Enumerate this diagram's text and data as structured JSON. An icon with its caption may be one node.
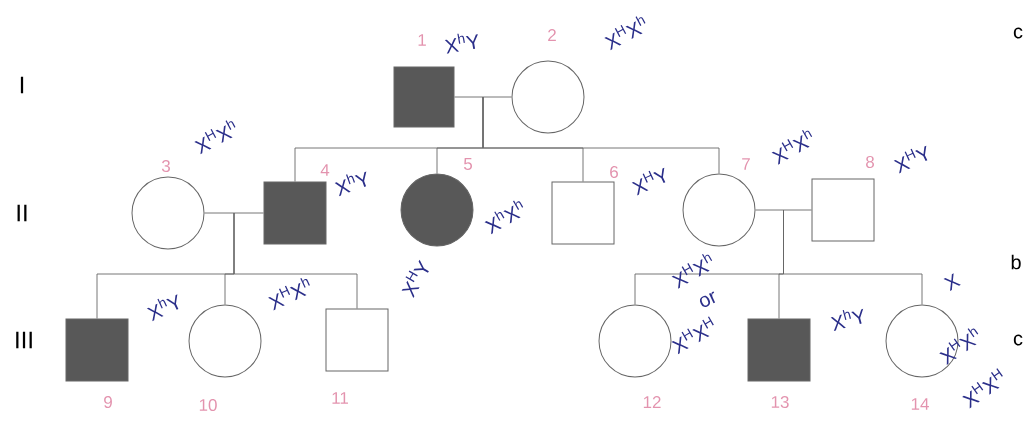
{
  "diagram": {
    "nodes": [
      {
        "text": [],
        "shape": "filled-box",
        "beside": [
          "1",
          "X$^{h}$Y"
        ]
      },
      {
        "text": [],
        "shape": "circle",
        "beside": [
          "2",
          "X$^{H}$X$^{h}$"
        ]
      },
      {
        "text": [],
        "shape": "circle",
        "beside": [
          "3",
          "X$^{H}$X$^{h}$"
        ]
      },
      {
        "text": [],
        "shape": "filled-box",
        "beside": [
          "4",
          "X$^{h}$Y"
        ]
      },
      {
        "text": [],
        "shape": "filled-circle",
        "beside": [
          "5",
          "X$^{h}$X$^{h}$"
        ]
      },
      {
        "text": [],
        "shape": "box",
        "beside": [
          "6",
          "X$^{H}$Y"
        ]
      },
      {
        "text": [],
        "shape": "circle",
        "beside": [
          "7",
          "X$^{H}$X$^{h}$"
        ]
      },
      {
        "text": [],
        "shape": "box",
        "beside": [
          "8",
          "X$^{H}$Y"
        ]
      },
      {
        "text": [],
        "shape": "filled-box",
        "beside": [
          "9",
          "X$^{h}$Y"
        ]
      },
      {
        "text": [],
        "shape": "circle",
        "beside": [
          "10",
          "X$^{H}$X$^{h}$"
        ]
      },
      {
        "text": [],
        "shape": "box",
        "beside": [
          "11",
          "X$^{H}$Y"
        ]
      },
      {
        "text": [],
        "shape": "circle",
        "beside": [
          "12",
          "X$^{H}$X$^{h}$",
          "or",
          "X$^{H}$X$^{H}$"
        ]
      },
      {
        "text": [],
        "shape": "filled-box",
        "beside": [
          "13",
          "X$^{h}$Y"
        ]
      },
      {
        "text": [],
        "shape": "circle",
        "beside": [
          "14",
          "X",
          "X$^{H}$X$^{h}$",
          "X$^{H}$X$^{H}$"
        ]
      }
    ],
    "edges": [
      {
        "from": 0,
        "to": 1,
        "arrow": "none"
      },
      {
        "from": 0,
        "to": 3,
        "arrow": "none"
      },
      {
        "from": 0,
        "to": 4,
        "arrow": "none"
      },
      {
        "from": 0,
        "to": 5,
        "arrow": "none"
      },
      {
        "from": 0,
        "to": 6,
        "arrow": "none"
      },
      {
        "from": 2,
        "to": 3,
        "arrow": "none"
      },
      {
        "from": 6,
        "to": 7,
        "arrow": "none"
      },
      {
        "from": 2,
        "to": 8,
        "arrow": "none"
      },
      {
        "from": 2,
        "to": 9,
        "arrow": "none"
      },
      {
        "from": 2,
        "to": 10,
        "arrow": "none"
      },
      {
        "from": 6,
        "to": 11,
        "arrow": "none"
      },
      {
        "from": 6,
        "to": 12,
        "arrow": "none"
      },
      {
        "from": 6,
        "to": 13,
        "arrow": "none"
      }
    ],
    "labels": [
      "c",
      "I",
      "II",
      "b",
      "III",
      "c"
    ]
  }
}
